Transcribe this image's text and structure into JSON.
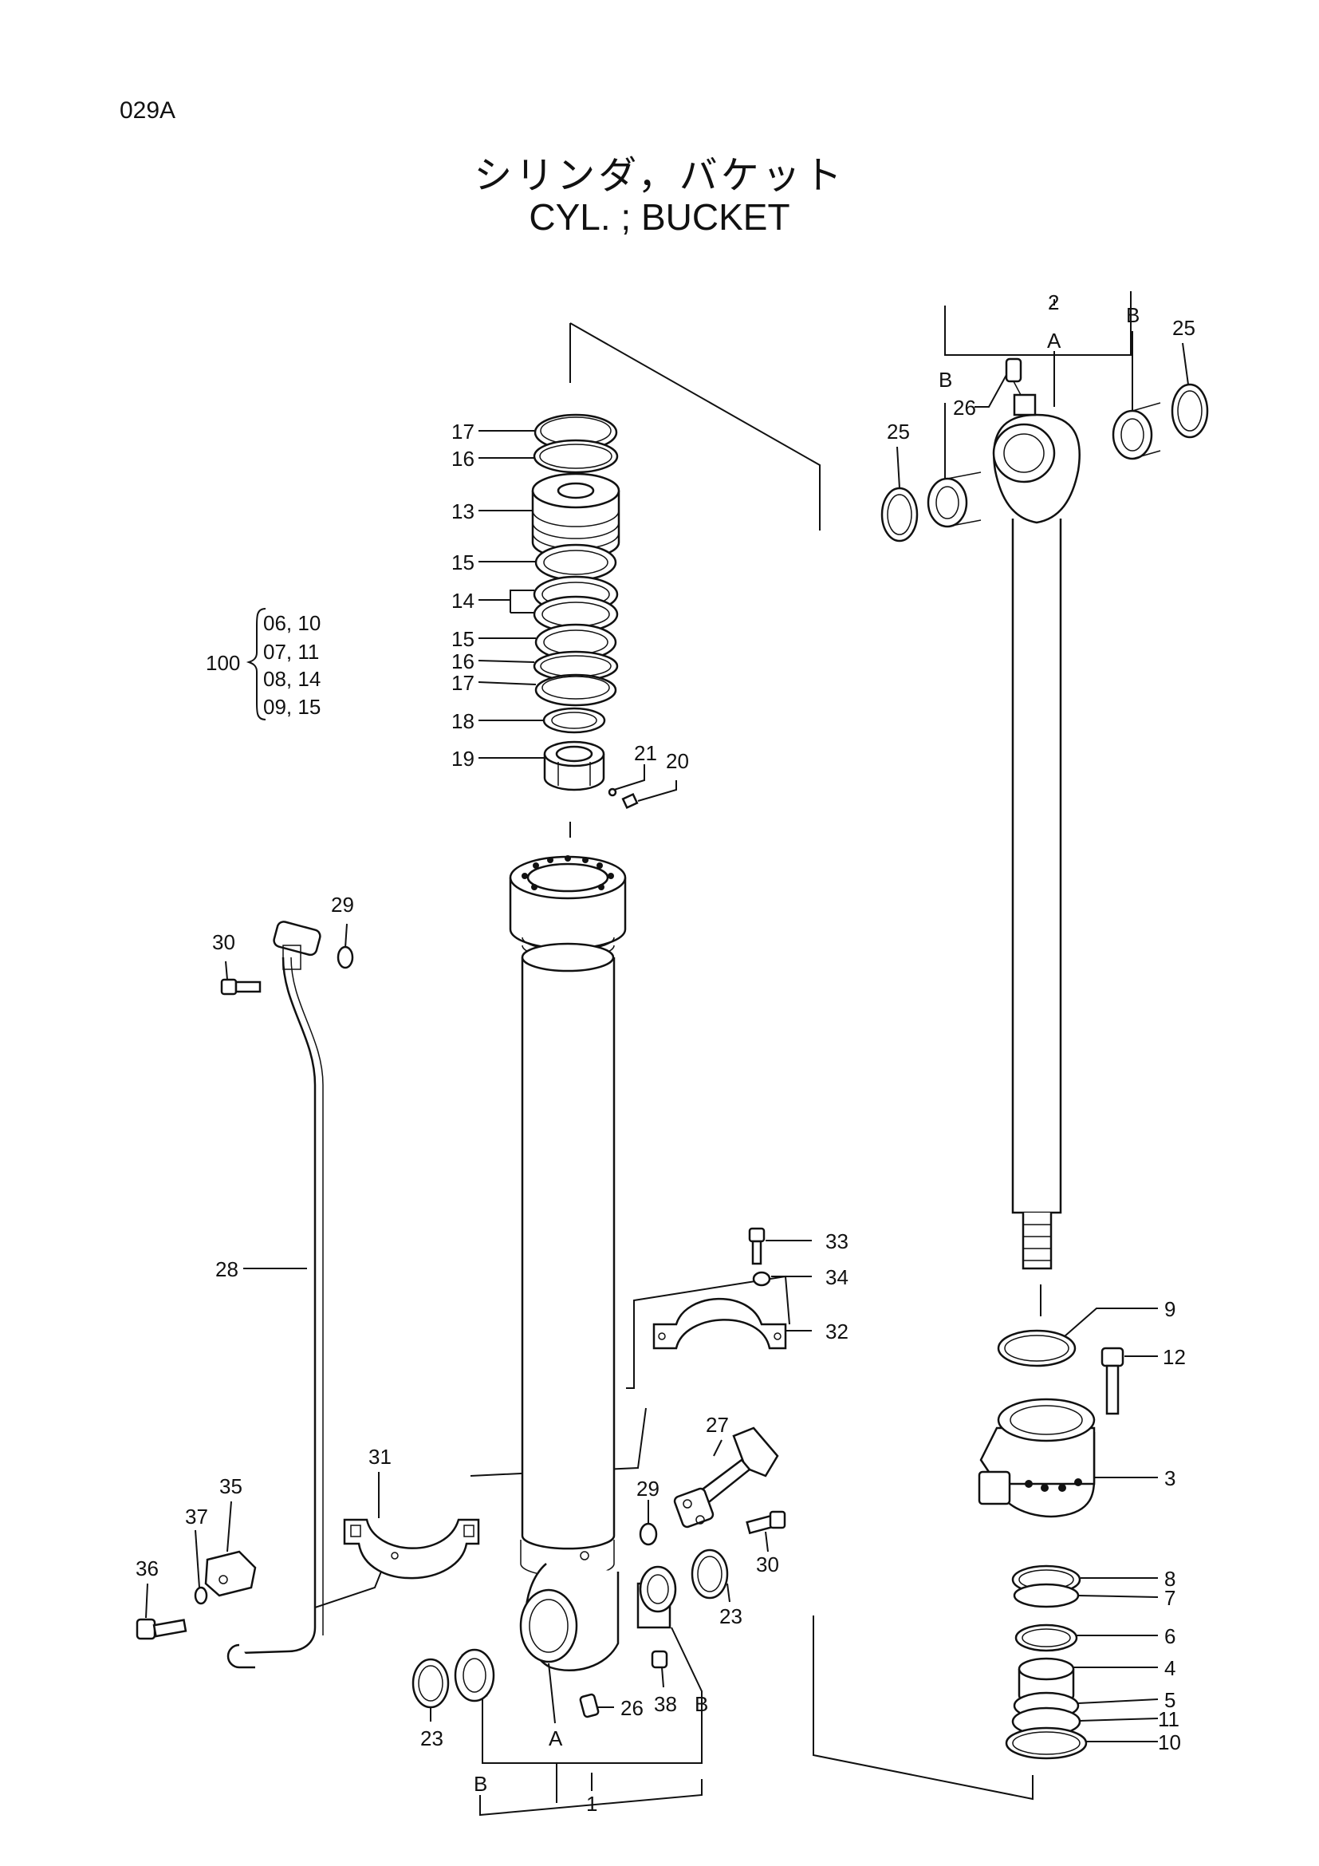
{
  "header": {
    "page_code": "029A",
    "title_jp": "シリンダ，バケット",
    "title_en": "CYL. ; BUCKET"
  },
  "kit": {
    "number": "100",
    "rows": [
      "06, 10",
      "07, 11",
      "08, 14",
      "09, 15"
    ]
  },
  "callouts": {
    "c17a": "17",
    "c16a": "16",
    "c13": "13",
    "c15a": "15",
    "c14": "14",
    "c15b": "15",
    "c16b": "16",
    "c17b": "17",
    "c18": "18",
    "c19": "19",
    "c21": "21",
    "c20": "20",
    "c2": "2",
    "cA_top": "A",
    "cB_top_l": "B",
    "cB_top_r": "B",
    "c25_r": "25",
    "c25_l": "25",
    "c26_top": "26",
    "c29_top": "29",
    "c30_top": "30",
    "c28": "28",
    "c33": "33",
    "c34": "34",
    "c32": "32",
    "c9": "9",
    "c12": "12",
    "c3": "3",
    "c27": "27",
    "c29_bot": "29",
    "c30_bot": "30",
    "c31": "31",
    "c35": "35",
    "c37": "37",
    "c36": "36",
    "c8": "8",
    "c7": "7",
    "c6": "6",
    "c4": "4",
    "c5": "5",
    "c11": "11",
    "c10": "10",
    "c23_r": "23",
    "c23_l": "23",
    "c38": "38",
    "c26_bot": "26",
    "cB_bot_r": "B",
    "cA_bot": "A",
    "cB_bot_l": "B",
    "c1": "1"
  }
}
